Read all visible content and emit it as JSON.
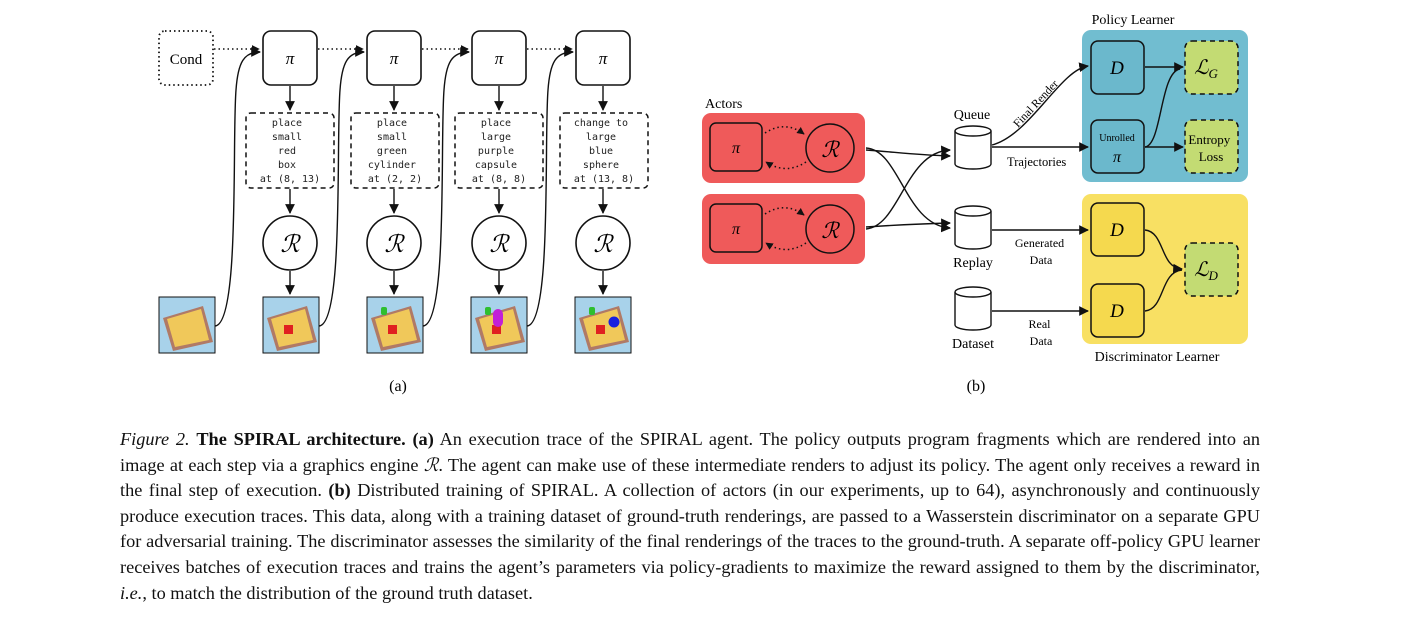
{
  "panel_a": {
    "cond_label": "Cond",
    "policy_symbol": "π",
    "renderer_symbol": "ℛ",
    "programs": [
      [
        "place",
        "small",
        "red",
        "box",
        "at (8, 13)"
      ],
      [
        "place",
        "small",
        "green",
        "cylinder",
        "at (2, 2)"
      ],
      [
        "place",
        "large",
        "purple",
        "capsule",
        "at (8, 8)"
      ],
      [
        "change to",
        "large",
        "blue",
        "sphere",
        "at (13, 8)"
      ]
    ],
    "sublabel": "(a)"
  },
  "panel_b": {
    "actors_label": "Actors",
    "policy_symbol": "π",
    "renderer_symbol": "ℛ",
    "queue_label": "Queue",
    "replay_label": "Replay",
    "dataset_label": "Dataset",
    "final_render_label": "Final Render",
    "trajectories_label": "Trajectories",
    "generated_data_label": [
      "Generated",
      "Data"
    ],
    "real_data_label": [
      "Real",
      "Data"
    ],
    "policy_learner_title": "Policy Learner",
    "discriminator_learner_title": "Discriminator Learner",
    "d_symbol": "D",
    "unrolled_label": "Unrolled",
    "loss_g_label": "ℒ",
    "loss_g_sub": "G",
    "entropy_loss_label": [
      "Entropy",
      "Loss"
    ],
    "loss_d_label": "ℒ",
    "loss_d_sub": "D",
    "sublabel": "(b)"
  },
  "caption": {
    "label": "Figure 2.",
    "title": "The SPIRAL architecture.",
    "part_a": "(a)",
    "text_a1": "An execution trace of the SPIRAL agent. The policy outputs program fragments which are rendered into an image at each step via a graphics engine",
    "renderer": "ℛ",
    "text_a2": ". The agent can make use of these intermediate renders to adjust its policy. The agent only receives a reward in the final step of execution.",
    "part_b": "(b)",
    "text_b1": "Distributed training of SPIRAL. A collection of actors (in our experiments, up to 64), asynchronously and continuously produce execution traces. This data, along with a training dataset of ground-truth renderings, are passed to a Wasserstein discriminator on a separate GPU for adversarial training. The discriminator assesses the similarity of the final renderings of the traces to the ground-truth. A separate off-policy GPU learner receives batches of execution traces and trains the agent’s parameters via policy-gradients to maximize the reward assigned to them by the discriminator,",
    "ie": "i.e.",
    "text_b2": ", to match the distribution of the ground truth dataset."
  },
  "colors": {
    "actor_red": "#ef5a5a",
    "policy_blue": "#71bdd0",
    "policy_blue_inner": "#6bb8cc",
    "disc_yellow": "#f8e063",
    "disc_yellow_inner": "#f5d94e",
    "loss_green": "#c3db73",
    "sand": "#f0c85a",
    "floor_blue": "#a8d2ea",
    "wall": "#b07a66"
  }
}
